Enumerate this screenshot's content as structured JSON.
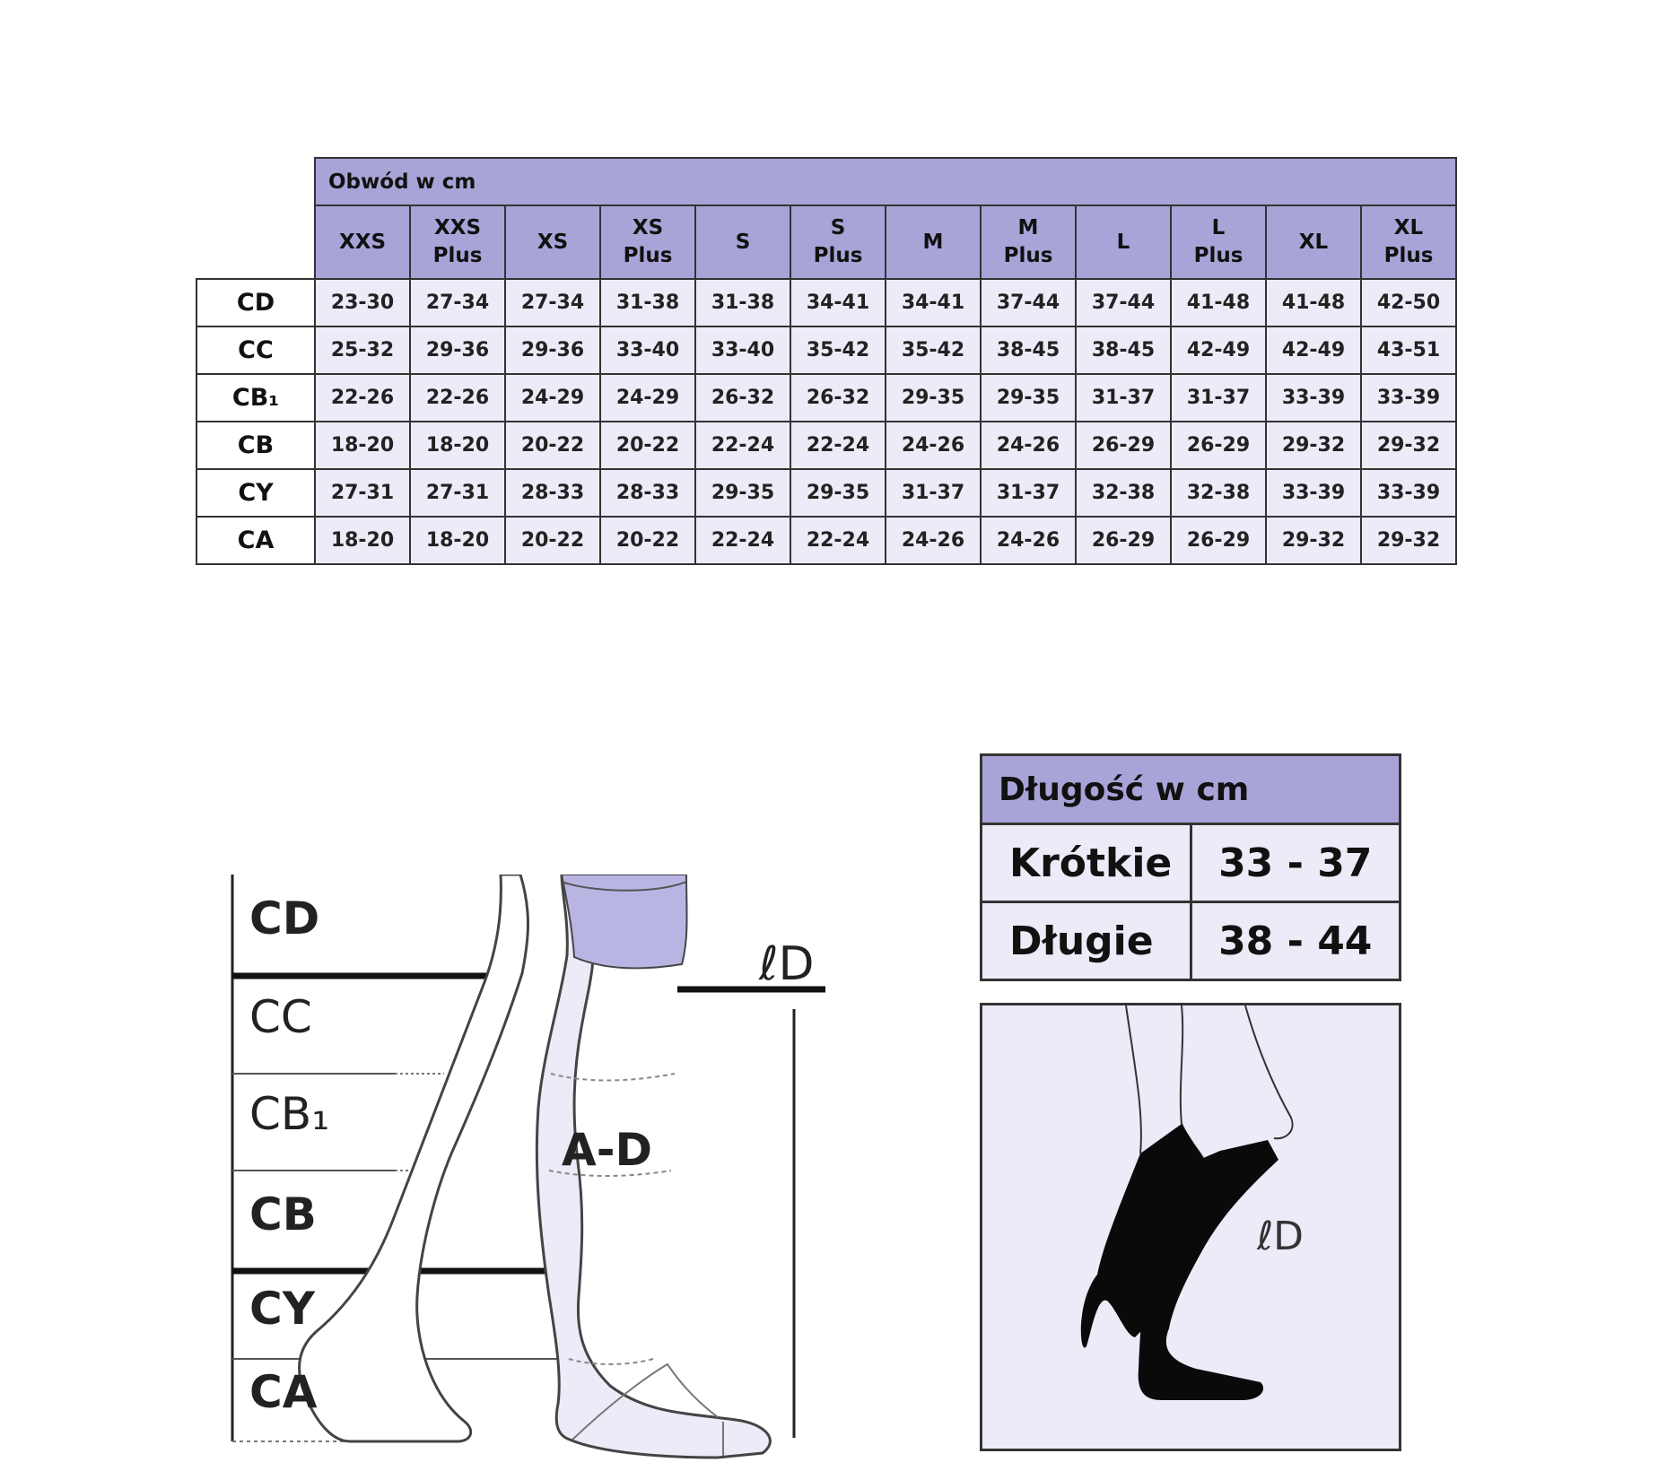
{
  "circumference_table": {
    "title": "Obwód w cm",
    "sizes": [
      "XXS",
      "XXS\nPlus",
      "XS",
      "XS\nPlus",
      "S",
      "S\nPlus",
      "M",
      "M\nPlus",
      "L",
      "L\nPlus",
      "XL",
      "XL\nPlus"
    ],
    "rows": [
      {
        "label": "CD",
        "values": [
          "23-30",
          "27-34",
          "27-34",
          "31-38",
          "31-38",
          "34-41",
          "34-41",
          "37-44",
          "37-44",
          "41-48",
          "41-48",
          "42-50"
        ]
      },
      {
        "label": "CC",
        "values": [
          "25-32",
          "29-36",
          "29-36",
          "33-40",
          "33-40",
          "35-42",
          "35-42",
          "38-45",
          "38-45",
          "42-49",
          "42-49",
          "43-51"
        ]
      },
      {
        "label": "CB₁",
        "values": [
          "22-26",
          "22-26",
          "24-29",
          "24-29",
          "26-32",
          "26-32",
          "29-35",
          "29-35",
          "31-37",
          "31-37",
          "33-39",
          "33-39"
        ]
      },
      {
        "label": "CB",
        "values": [
          "18-20",
          "18-20",
          "20-22",
          "20-22",
          "22-24",
          "22-24",
          "24-26",
          "24-26",
          "26-29",
          "26-29",
          "29-32",
          "29-32"
        ]
      },
      {
        "label": "CY",
        "values": [
          "27-31",
          "27-31",
          "28-33",
          "28-33",
          "29-35",
          "29-35",
          "31-37",
          "31-37",
          "32-38",
          "32-38",
          "33-39",
          "33-39"
        ]
      },
      {
        "label": "CA",
        "values": [
          "18-20",
          "18-20",
          "20-22",
          "20-22",
          "22-24",
          "22-24",
          "24-26",
          "24-26",
          "26-29",
          "26-29",
          "29-32",
          "29-32"
        ]
      }
    ]
  },
  "length_table": {
    "title": "Długość w cm",
    "rows": [
      {
        "label": "Krótkie",
        "value": "33 - 37"
      },
      {
        "label": "Długie",
        "value": "38 - 44"
      }
    ]
  },
  "leg_diagram": {
    "labels": [
      "CD",
      "CC",
      "CB₁",
      "CB",
      "CY",
      "CA"
    ],
    "length_marker": "ℓD",
    "zone_label": "A-D"
  },
  "sock_box": {
    "length_marker": "ℓD"
  },
  "colors": {
    "header_purple": "#a8a4d8",
    "cell_lavender": "#ecebf7",
    "stocking_band": "#b9b5e3",
    "sock_black": "#0a0a0a"
  }
}
